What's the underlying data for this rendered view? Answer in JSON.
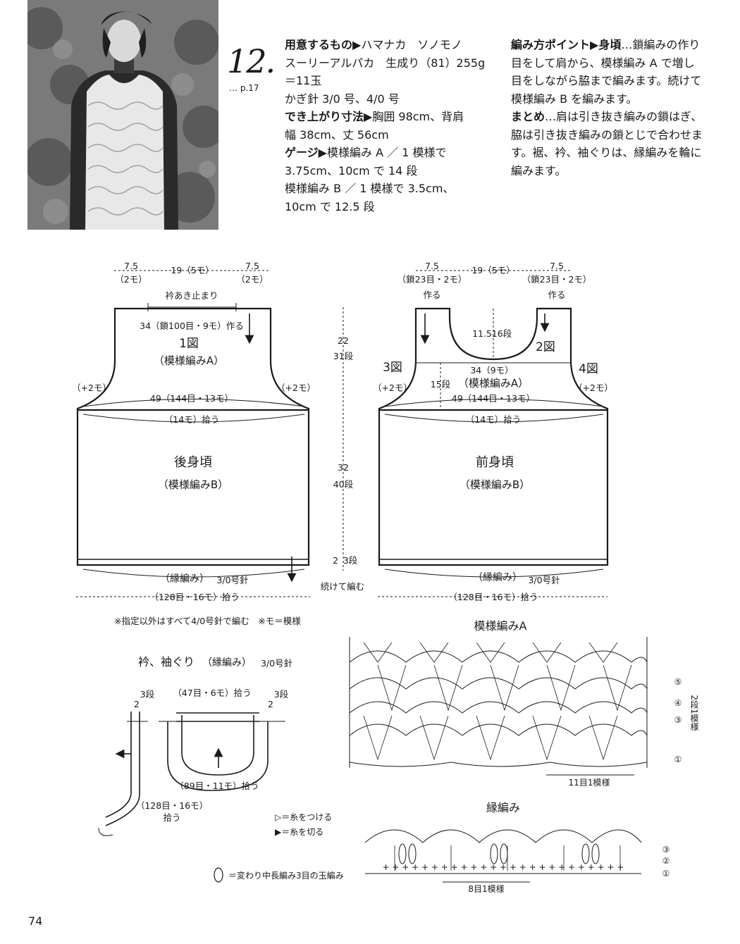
{
  "pattern": {
    "number": "12.",
    "page_ref": "… p.17"
  },
  "materials": {
    "heading": "用意するもの▶",
    "yarn_line1": "ハマナカ　ソノモノ",
    "yarn_line2": "スーリーアルパカ　生成り（81）255g",
    "yarn_line3": "＝11玉",
    "hook": "かぎ針 3/0 号、4/0 号"
  },
  "size": {
    "heading": "でき上がり寸法▶",
    "line1": "胸囲 98cm、背肩",
    "line2": "幅 38cm、丈 56cm"
  },
  "gauge": {
    "heading": "ゲージ▶",
    "line1": "模様編み A ／ 1 模様で",
    "line2": "3.75cm、10cm で 14 段",
    "line3": "模様編み B ／ 1 模様で 3.5cm、",
    "line4": "10cm で 12.5 段"
  },
  "method": {
    "heading": "編み方ポイント▶",
    "part1_label": "身頃",
    "part1_line1": "…鎖編みの作り",
    "part1_line2": "目をして肩から、模様編み A で増し",
    "part1_line3": "目をしながら脇まで編みます。続けて",
    "part1_line4": "模様編み B を編みます。",
    "part2_label": "まとめ",
    "part2_line1": "…肩は引き抜き編みの鎖はぎ、",
    "part2_line2": "脇は引き抜き編みの鎖とじで合わせま",
    "part2_line3": "す。裾、衿、袖ぐりは、縁編みを輪に",
    "part2_line4": "編みます。"
  },
  "back": {
    "top_left": "7.5",
    "top_left_sub": "（2モ）",
    "top_mid": "19（5モ）",
    "top_right": "7.5",
    "top_right_sub": "（2モ）",
    "neck_stop": "衿あき止まり",
    "chain": "34（鎖100目・9モ）作る",
    "fig": "1図",
    "pattern_a": "（模様編みA）",
    "inc_left": "（+2モ）",
    "inc_right": "（+2モ）",
    "width49": "49（144目・13モ）",
    "pick14": "（14モ）拾う",
    "title": "後身頃",
    "pattern_b": "（模様編みB）",
    "edge": "（縁編み）",
    "edge_hook": "3/0号針",
    "pick128": "（128目・16モ）拾う",
    "continue": "続けて編む"
  },
  "center_dims": {
    "h22": "22",
    "h22_rows": "31段",
    "h32": "32",
    "h32_rows": "40段",
    "h2": "2",
    "h2_rows": "3段"
  },
  "front": {
    "top_left": "7.5",
    "top_left_sub": "（鎖23目・2モ）",
    "top_left_make": "作る",
    "top_mid": "19（5モ）",
    "top_right": "7.5",
    "top_right_sub": "（鎖23目・2モ）",
    "top_right_make": "作る",
    "neck_h": "11.5",
    "neck_rows": "16段",
    "fig2": "2図",
    "fig3": "3図",
    "fig4": "4図",
    "w34": "34（9モ）",
    "side_h": "15段",
    "pattern_a": "（模様編みA）",
    "inc_left": "（+2モ）",
    "inc_right": "（+2モ）",
    "width49": "49（144目・13モ）",
    "pick14": "（14モ）拾う",
    "title": "前身頃",
    "pattern_b": "（模様編みB）",
    "edge": "（縁編み）",
    "edge_hook": "3/0号針",
    "pick128": "（128目・16モ）拾う"
  },
  "notes": {
    "hook_note": "※指定以外はすべて4/0号針で編む　※モ＝模様"
  },
  "collar": {
    "title": "衿、袖ぐり",
    "subtitle": "（縁編み）",
    "hook": "3/0号針",
    "rows_left": "2",
    "rows_left_unit": "3段",
    "rows_right": "2",
    "rows_right_unit": "3段",
    "pick47": "（47目・6モ）拾う",
    "pick89": "（89目・11モ）拾う",
    "pick128": "（128目・16モ）",
    "pick128b": "拾う"
  },
  "legend": {
    "attach": "▷＝糸をつける",
    "cut": "▶＝糸を切る",
    "puff": "＝変わり中長編み3目の玉編み"
  },
  "chart_a": {
    "title": "模様編みA",
    "rows": [
      "⑤",
      "④",
      "③",
      "①"
    ],
    "repeat_rows": "2段1模様",
    "repeat": "11目1模様"
  },
  "chart_edge": {
    "title": "縁編み",
    "rows": [
      "③",
      "②",
      "①"
    ],
    "repeat": "8目1模様"
  },
  "page_number": "74"
}
